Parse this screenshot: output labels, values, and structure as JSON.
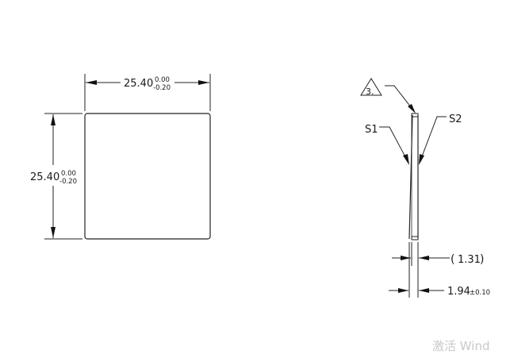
{
  "front_view": {
    "width_dim": {
      "nominal": "25.40",
      "upper_tol": "0.00",
      "lower_tol": "-0.20"
    },
    "height_dim": {
      "nominal": "25.40",
      "upper_tol": "0.00",
      "lower_tol": "-0.20"
    }
  },
  "side_view": {
    "note_flag": "3.",
    "surface_labels": [
      "S1",
      "S2"
    ],
    "ref_dim": {
      "open": "(",
      "value": "1.31",
      "close": ")"
    },
    "thickness_dim": {
      "nominal": "1.94",
      "tol": "±0.10"
    }
  },
  "watermark": "激活 Wind"
}
